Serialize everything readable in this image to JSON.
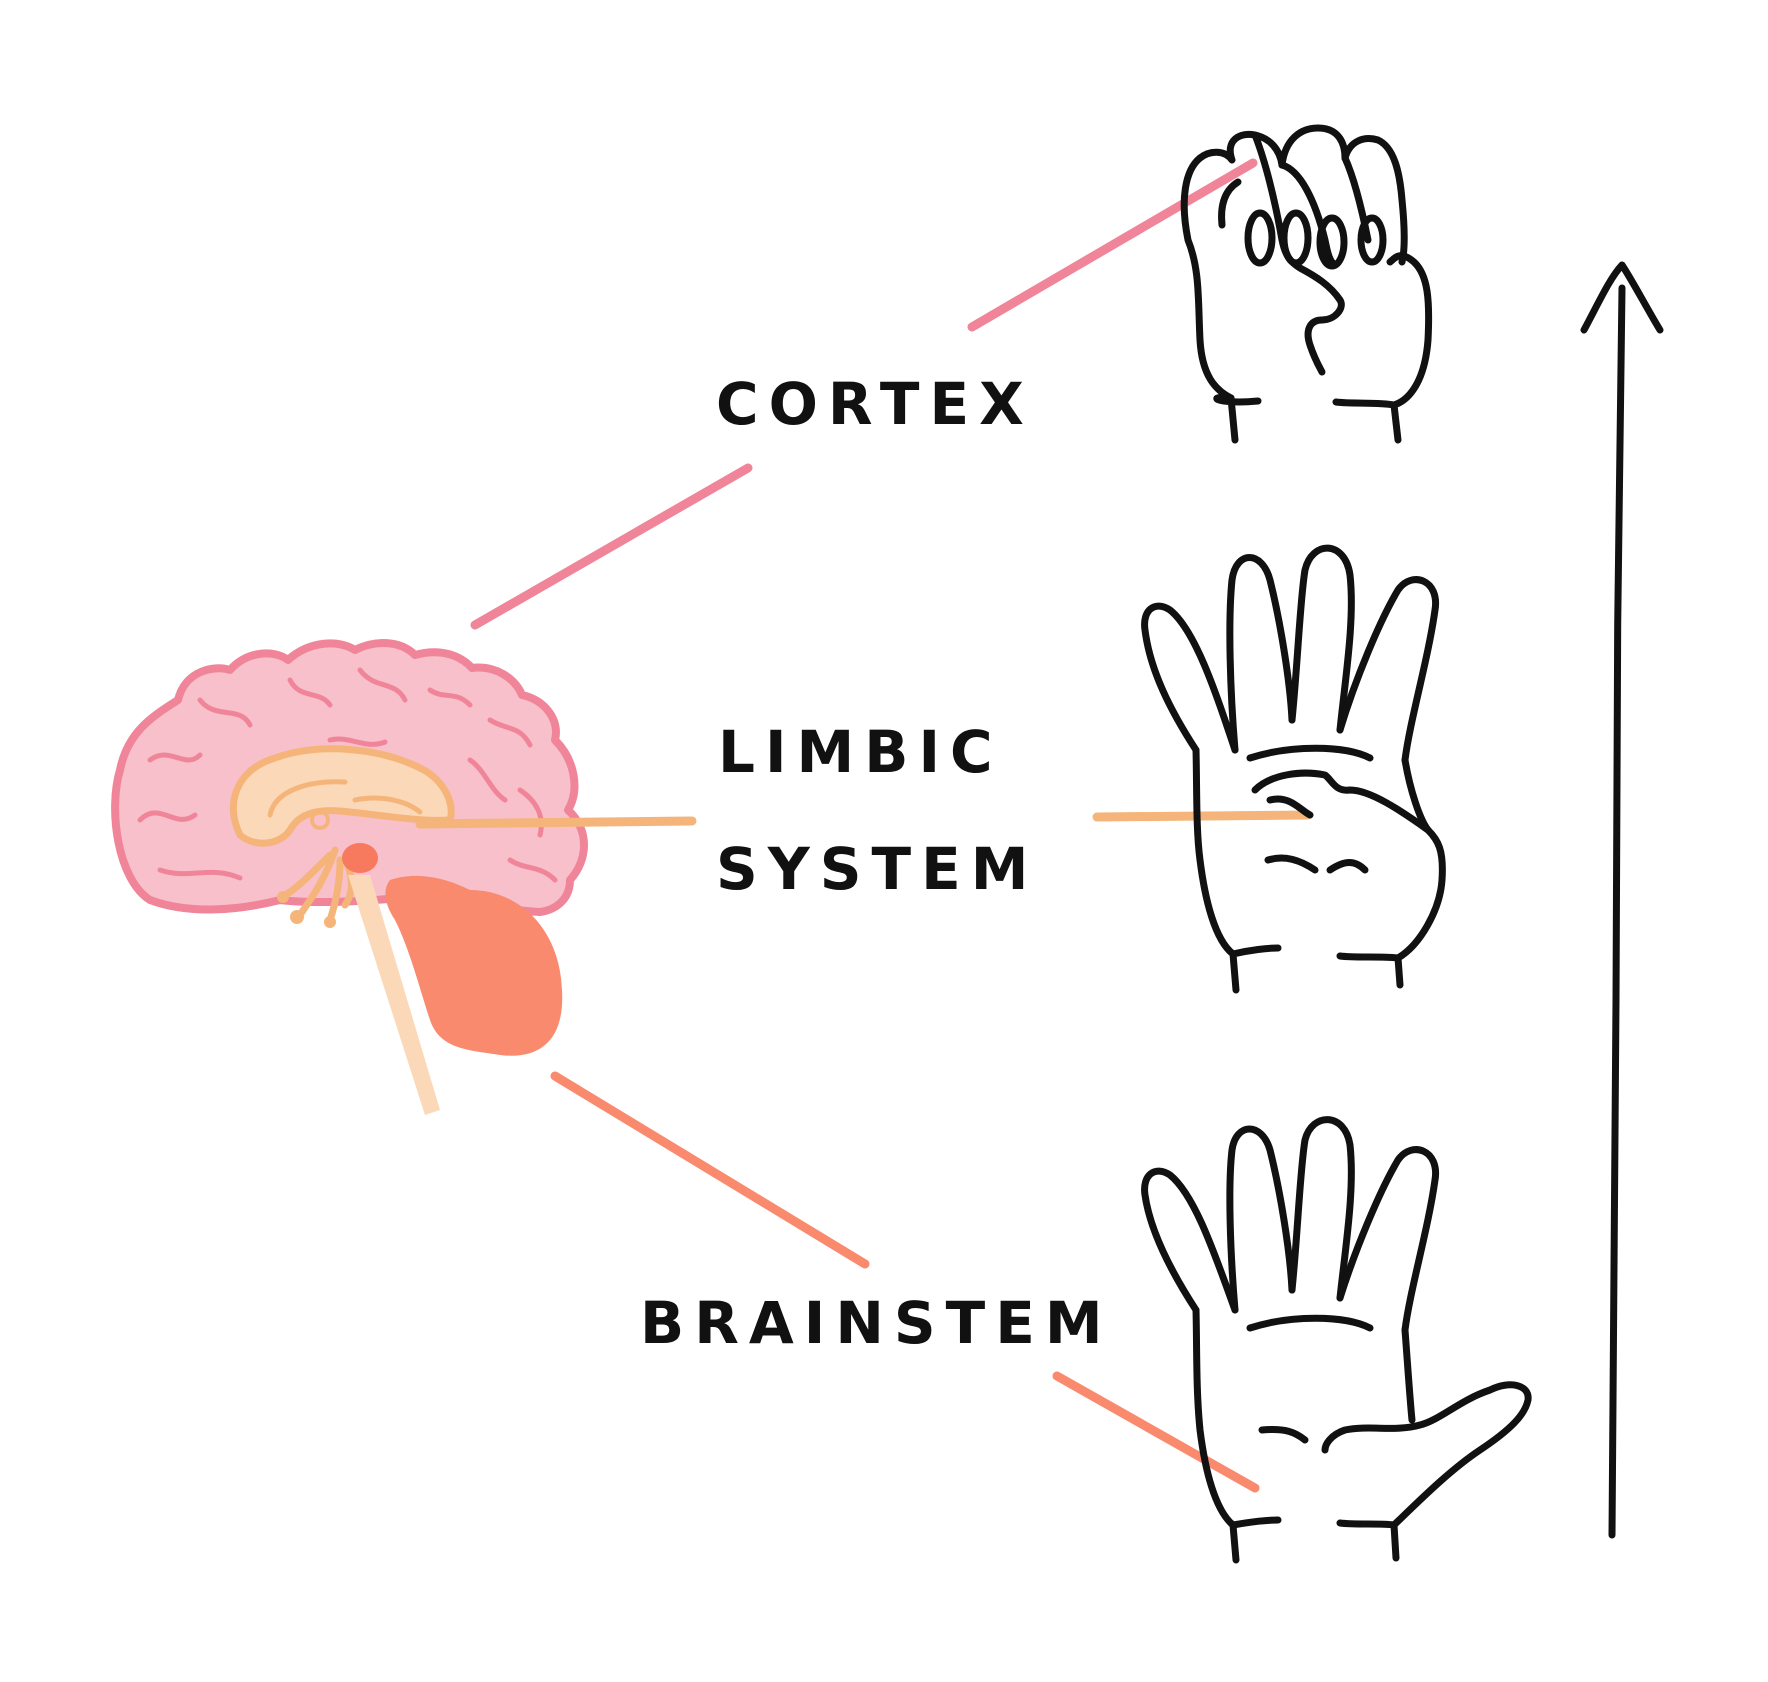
{
  "labels": {
    "cortex": "CORTEX",
    "limbic_line1": "LIMBIC",
    "limbic_line2": "SYSTEM",
    "brainstem": "BRAINSTEM"
  },
  "colors": {
    "cortex": "#f0859a",
    "cortex_fill": "#f7c0cb",
    "limbic": "#f5b57a",
    "limbic_fill": "#fbd9b8",
    "brainstem": "#f98a6e",
    "brainstem_dark": "#f77a5e",
    "ink": "#111111"
  },
  "icons": [
    "brain-icon",
    "closed-fist-icon",
    "thumb-folded-hand-icon",
    "open-hand-icon",
    "up-arrow-icon"
  ]
}
